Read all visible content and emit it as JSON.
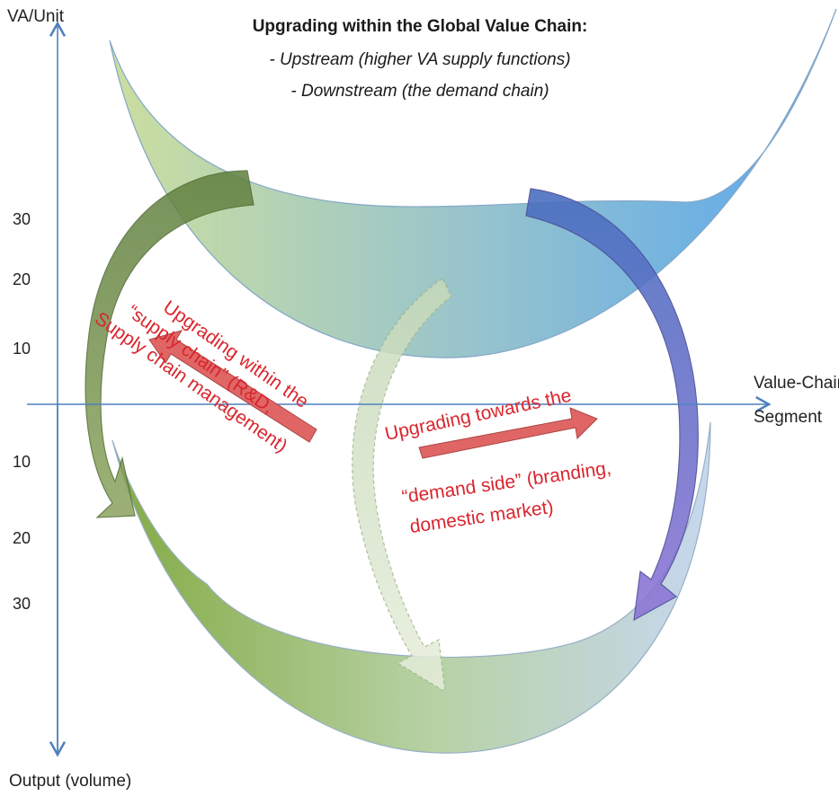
{
  "title": {
    "heading": "Upgrading within the Global Value Chain:",
    "line1": "- Upstream (higher VA supply functions)",
    "line2": "- Downstream (the demand chain)"
  },
  "axes": {
    "y_label": "VA/Unit",
    "x_label_line1": "Value-Chain",
    "x_label_line2": "Segment",
    "bottom_label": "Output (volume)"
  },
  "ticks": {
    "upper": [
      "30",
      "20",
      "10"
    ],
    "lower": [
      "10",
      "20",
      "30"
    ]
  },
  "annotations": {
    "supply": {
      "line1": "Upgrading within the",
      "line2": "“supply chain” (R&D,",
      "line3": "Supply chain management)"
    },
    "demand": {
      "line1": "Upgrading towards the",
      "line2": "“demand side” (branding,",
      "line3": "domestic market)"
    }
  },
  "colors": {
    "axis": "#4f81bd",
    "annotation_text": "#d9262e",
    "annotation_arrow": "#e06666",
    "upper_band_left": "#c2d98f",
    "upper_band_right": "#4da0e8",
    "lower_band_left": "#7ea63a",
    "lower_band_right": "#b7cde8",
    "left_arrow": "#6f8f4c",
    "right_arrow": "#7b6fc6"
  }
}
